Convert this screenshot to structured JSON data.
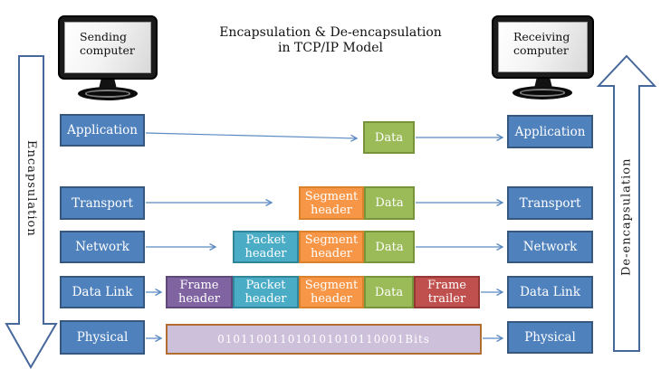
{
  "title": {
    "line1": "Encapsulation & De-encapsulation",
    "line2": "in TCP/IP Model"
  },
  "computers": {
    "sending": "Sending computer",
    "receiving": "Receiving computer"
  },
  "flow": {
    "left": "Encapsulation",
    "right": "De-encapsulation"
  },
  "layers": {
    "application": "Application",
    "transport": "Transport",
    "network": "Network",
    "data_link": "Data Link",
    "physical": "Physical"
  },
  "pdu": {
    "data": "Data",
    "segment_header": "Segment header",
    "packet_header": "Packet header",
    "frame_header": "Frame header",
    "frame_trailer": "Frame trailer",
    "bits": "010110011010101010110001Bits"
  },
  "colors": {
    "layer_fill": "#4F81BD",
    "layer_border": "#36587E",
    "data_fill": "#9BBB59",
    "data_border": "#77933C",
    "segment_fill": "#F79646",
    "segment_border": "#D9822B",
    "packet_fill": "#4BACC6",
    "packet_border": "#31859B",
    "frame_header_fill": "#8064A2",
    "frame_header_border": "#5F497A",
    "frame_trailer_fill": "#C0504D",
    "frame_trailer_border": "#953735",
    "bits_fill": "#CCC0DA",
    "bits_border": "#B26E31",
    "connector": "#5B8AC2",
    "flow_arrow_outline": "#46689B"
  }
}
